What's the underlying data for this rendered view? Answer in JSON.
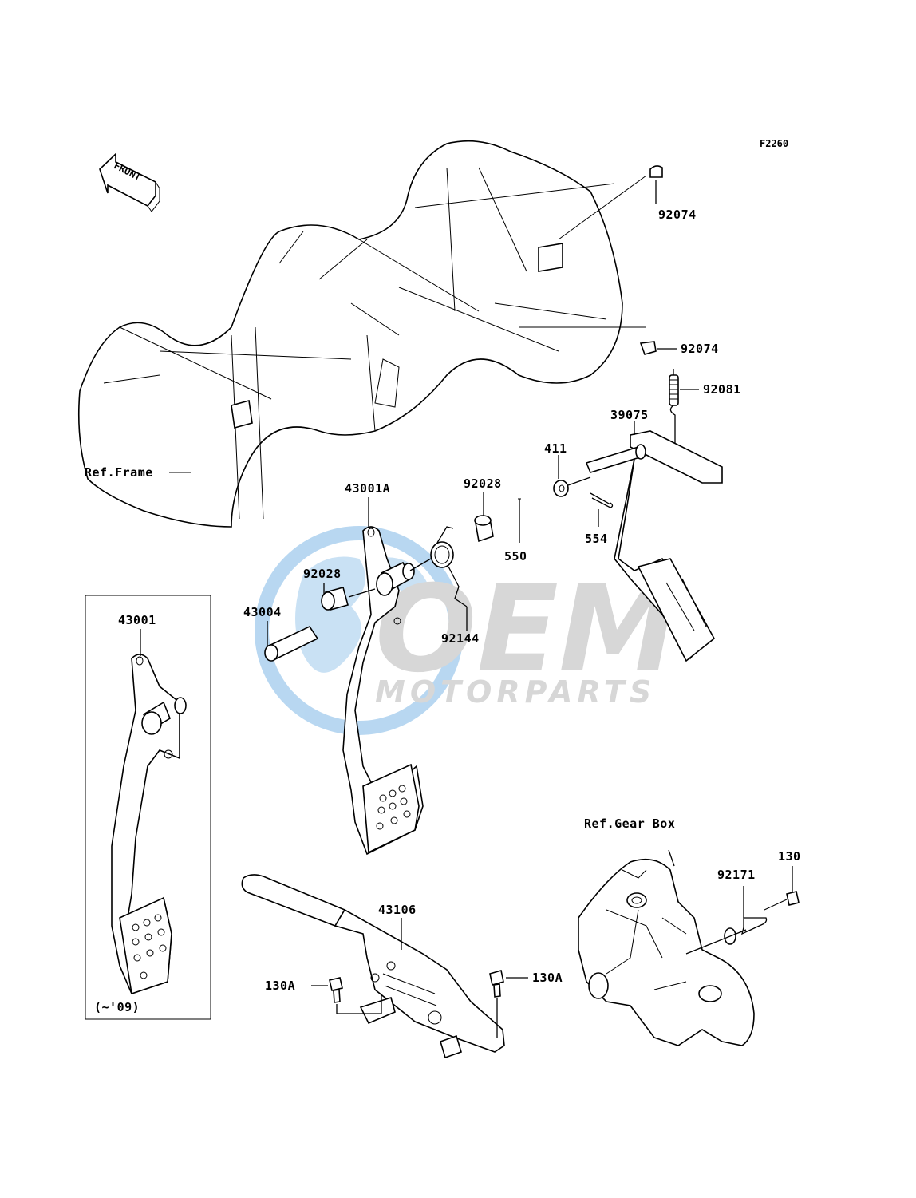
{
  "figure_code": "F2260",
  "front_arrow_label": "FRONT",
  "watermark": {
    "brand": "OEM",
    "sub": "MOTORPARTS"
  },
  "ref_labels": {
    "frame": "Ref.Frame",
    "gear_box": "Ref.Gear Box"
  },
  "inset_note": "(~'09)",
  "callouts": {
    "p92074_top": "92074",
    "p92074_mid": "92074",
    "p92081": "92081",
    "p39075": "39075",
    "p411": "411",
    "p554": "554",
    "p550": "550",
    "p92028_top": "92028",
    "p43001A": "43001A",
    "p92028_left": "92028",
    "p43004": "43004",
    "p92144": "92144",
    "p43001": "43001",
    "p43106": "43106",
    "p130A_left": "130A",
    "p130A_right": "130A",
    "p92171": "92171",
    "p130": "130"
  },
  "colors": {
    "line": "#000000",
    "watermark_blue": "#7fb8e6",
    "watermark_gray": "#b8b8b8"
  }
}
